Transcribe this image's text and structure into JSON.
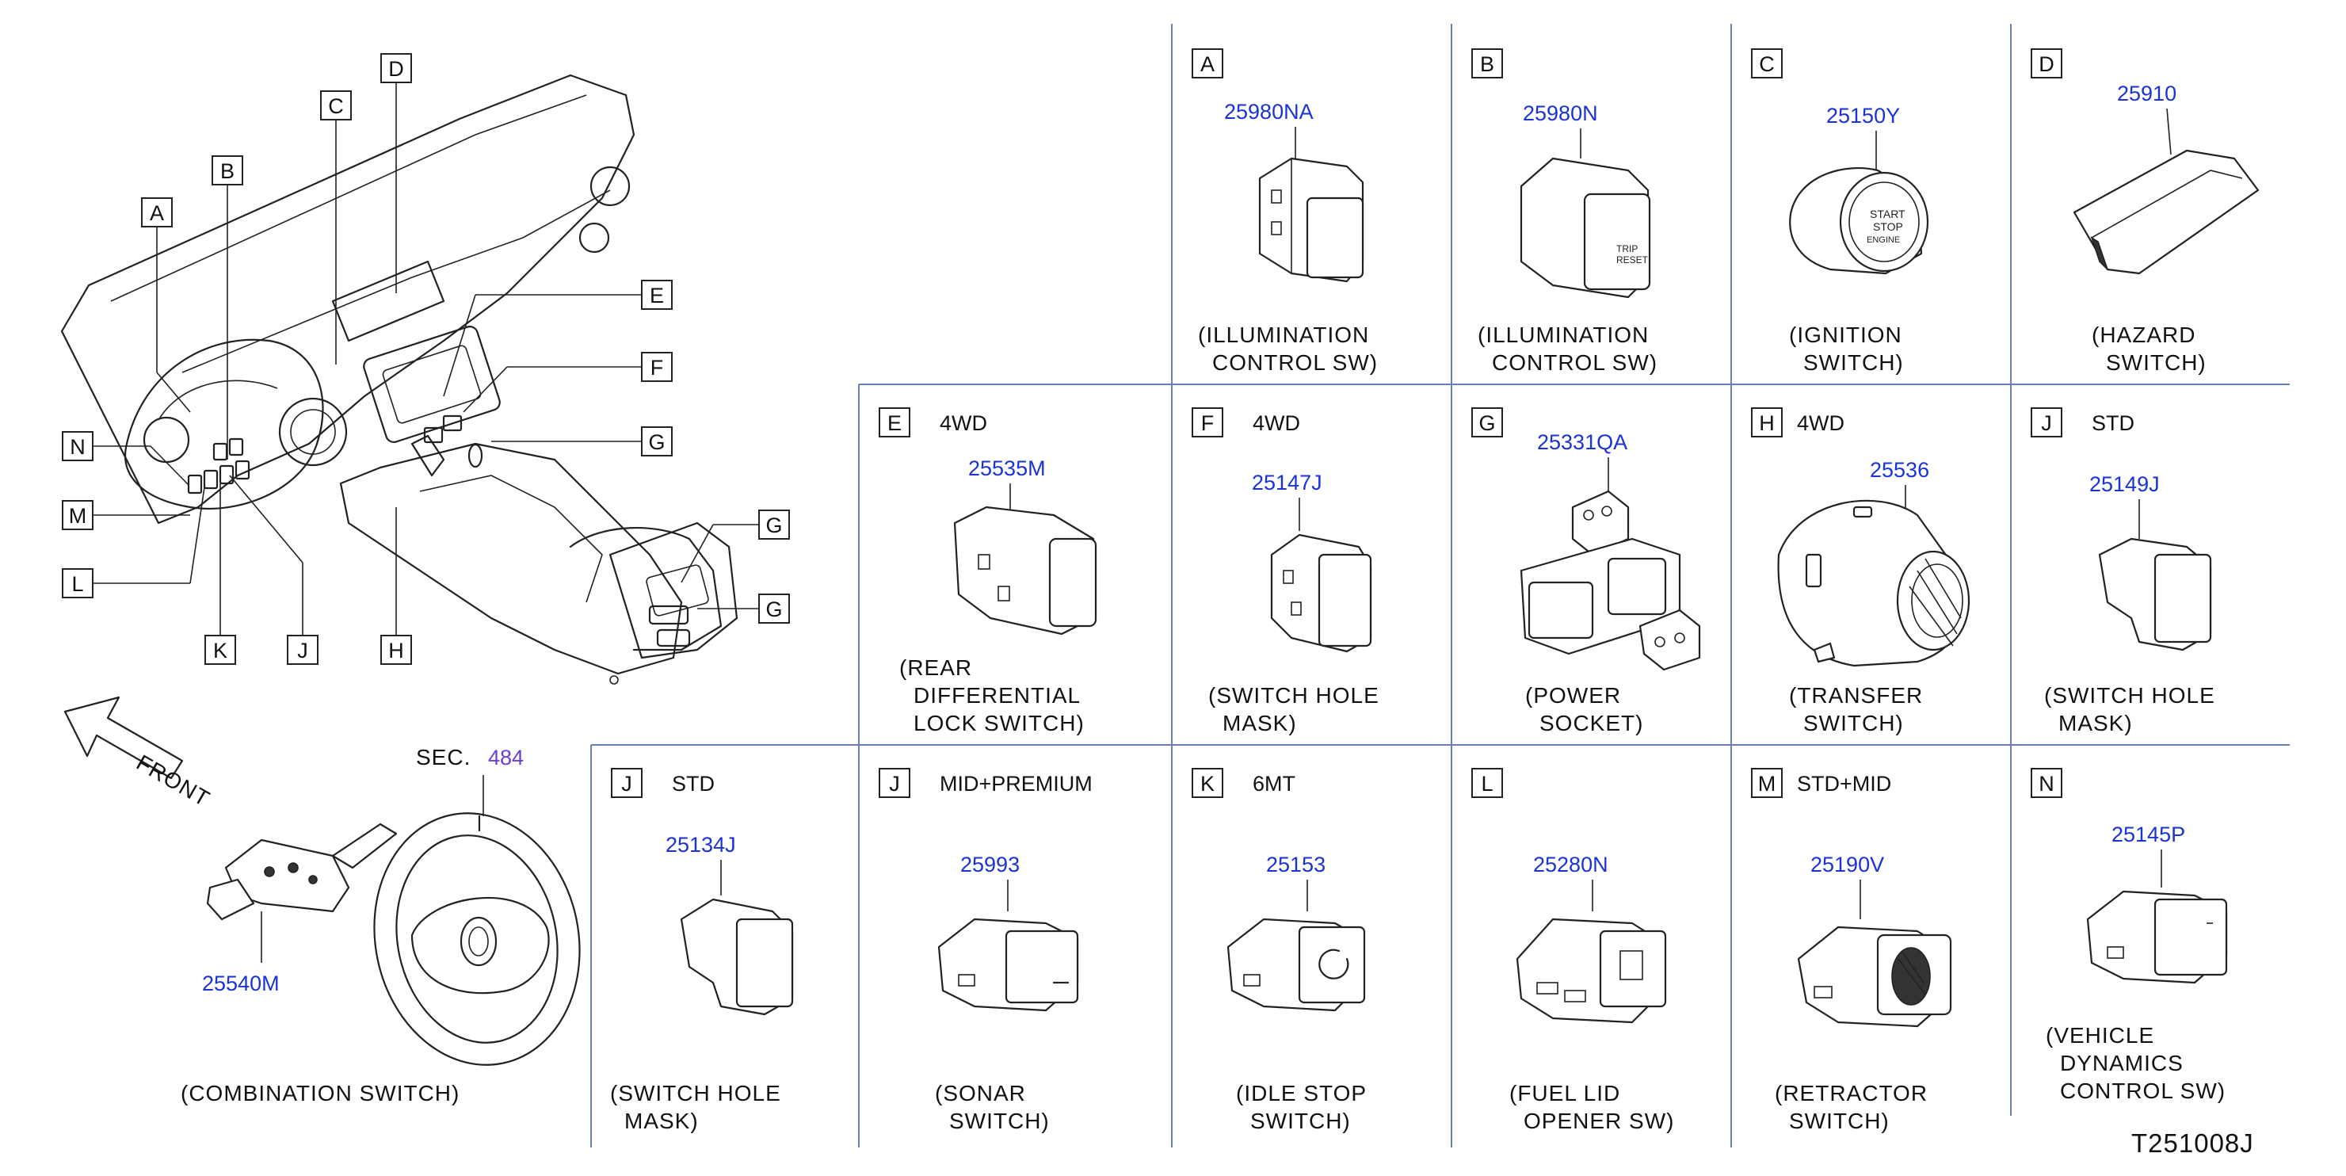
{
  "diagram_code": "T251008J",
  "overview": {
    "front_label": "FRONT",
    "section_prefix": "SEC.",
    "section_number": "484",
    "combination_part": "25540M",
    "combination_caption": "(COMBINATION   SWITCH)",
    "callouts": [
      "A",
      "B",
      "C",
      "D",
      "E",
      "F",
      "G",
      "G",
      "G",
      "H",
      "J",
      "K",
      "L",
      "M",
      "N"
    ]
  },
  "cells": [
    {
      "id": "A",
      "option": "",
      "part": "25980NA",
      "caption": [
        "(ILLUMINATION",
        "CONTROL   SW)"
      ]
    },
    {
      "id": "B",
      "option": "",
      "part": "25980N",
      "caption": [
        "(ILLUMINATION",
        "CONTROL   SW)"
      ]
    },
    {
      "id": "C",
      "option": "",
      "part": "25150Y",
      "caption": [
        "(IGNITION",
        "SWITCH)"
      ]
    },
    {
      "id": "D",
      "option": "",
      "part": "25910",
      "caption": [
        "(HAZARD",
        "SWITCH)"
      ]
    },
    {
      "id": "E",
      "option": "4WD",
      "part": "25535M",
      "caption": [
        "(REAR",
        "DIFFERENTIAL",
        "LOCK   SWITCH)"
      ]
    },
    {
      "id": "F",
      "option": "4WD",
      "part": "25147J",
      "caption": [
        "(SWITCH   HOLE",
        "MASK)"
      ]
    },
    {
      "id": "G",
      "option": "",
      "part": "25331QA",
      "caption": [
        "(POWER",
        "SOCKET)"
      ]
    },
    {
      "id": "H",
      "option": "4WD",
      "part": "25536",
      "caption": [
        "(TRANSFER",
        "SWITCH)"
      ]
    },
    {
      "id": "J",
      "option": "STD",
      "part": "25149J",
      "caption": [
        "(SWITCH   HOLE",
        "MASK)"
      ]
    },
    {
      "id": "J",
      "option": "STD",
      "part": "25134J",
      "caption": [
        "(SWITCH   HOLE",
        "MASK)"
      ]
    },
    {
      "id": "J",
      "option": "MID+PREMIUM",
      "part": "25993",
      "caption": [
        "(SONAR",
        "SWITCH)"
      ]
    },
    {
      "id": "K",
      "option": "6MT",
      "part": "25153",
      "caption": [
        "(IDLE   STOP",
        "SWITCH)"
      ]
    },
    {
      "id": "L",
      "option": "",
      "part": "25280N",
      "caption": [
        "(FUEL   LID",
        "OPENER   SW)"
      ]
    },
    {
      "id": "M",
      "option": "STD+MID",
      "part": "25190V",
      "caption": [
        "(RETRACTOR",
        "SWITCH)"
      ]
    },
    {
      "id": "N",
      "option": "",
      "part": "25145P",
      "caption": [
        "(VEHICLE",
        "DYNAMICS",
        "CONTROL   SW)"
      ]
    }
  ],
  "icon_text": {
    "start_stop": [
      "START",
      "STOP",
      "ENGINE"
    ],
    "trip_reset": [
      "TRIP",
      "RESET"
    ]
  }
}
